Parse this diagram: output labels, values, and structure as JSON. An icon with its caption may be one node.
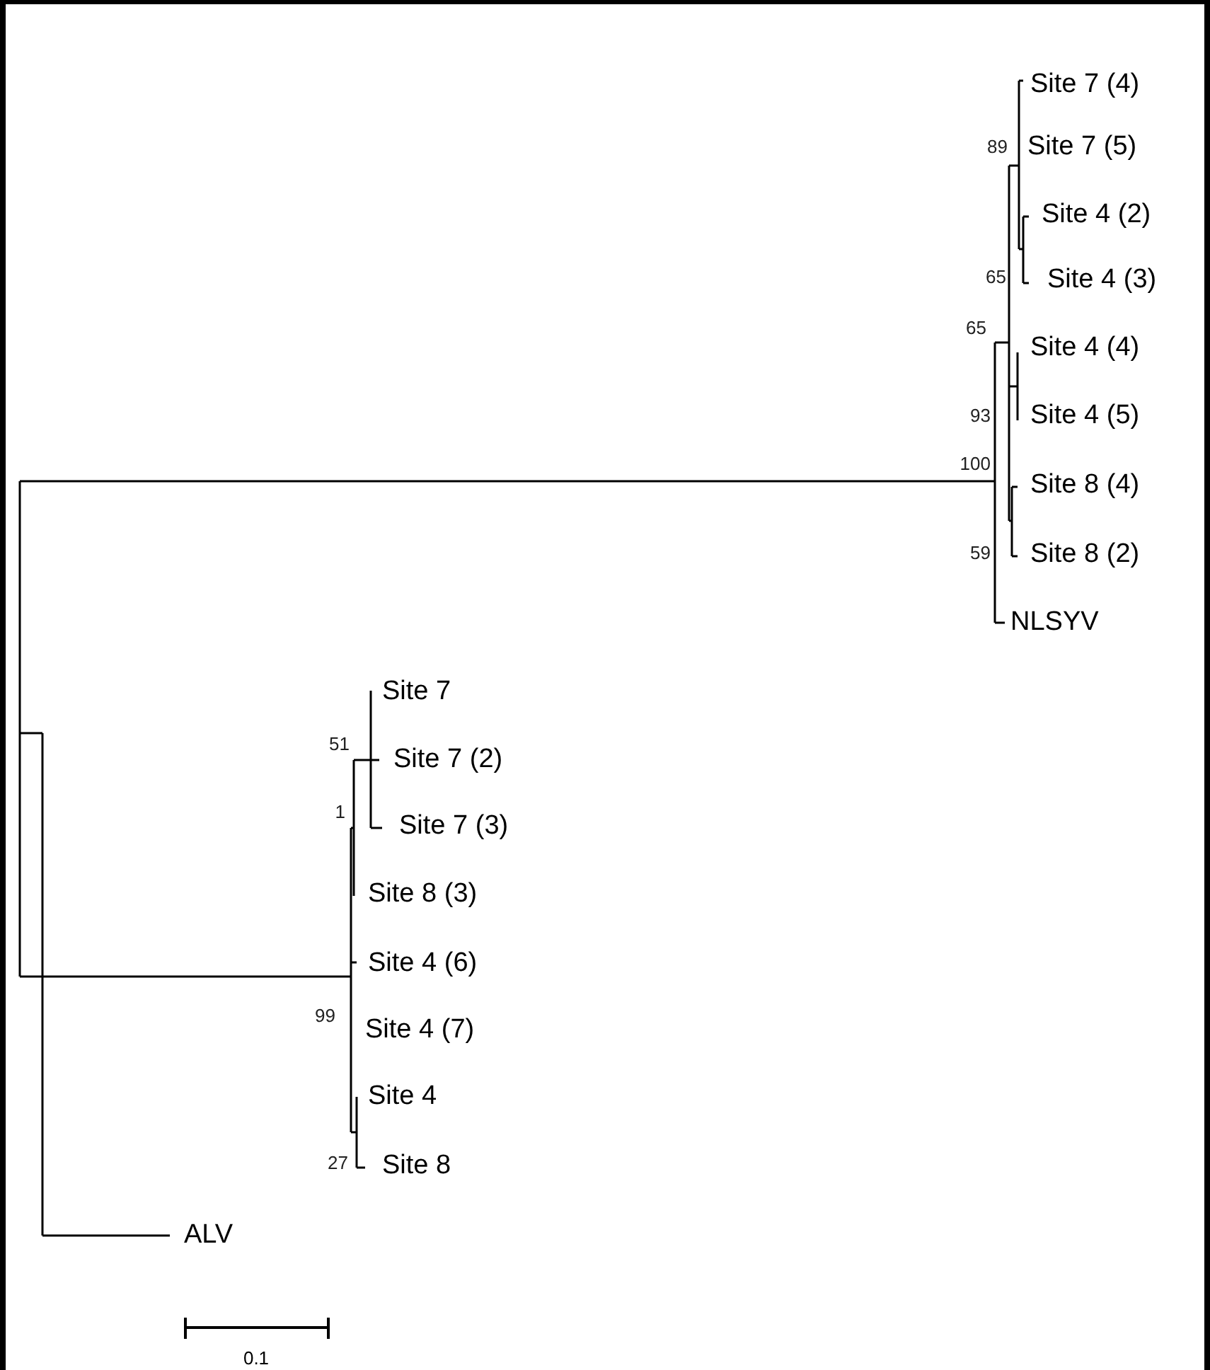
{
  "diagram": {
    "labels": [
      "Site 7 (4)",
      "89",
      "Site 7 (5)",
      "Site 4 (2)",
      "65",
      "Site 4 (3)",
      "65",
      "Site 4 (4)",
      "93",
      "Site 4 (5)",
      "100",
      "Site 8 (4)",
      "59",
      "Site 8 (2)",
      "NLSYV",
      "Site 7",
      "51",
      "Site 7 (2)",
      "1",
      "Site 7 (3)",
      "Site 8 (3)",
      "Site 4 (6)",
      "99",
      "Site 4 (7)",
      "Site 4",
      "27",
      "Site 8",
      "ALV",
      "0.1"
    ]
  }
}
